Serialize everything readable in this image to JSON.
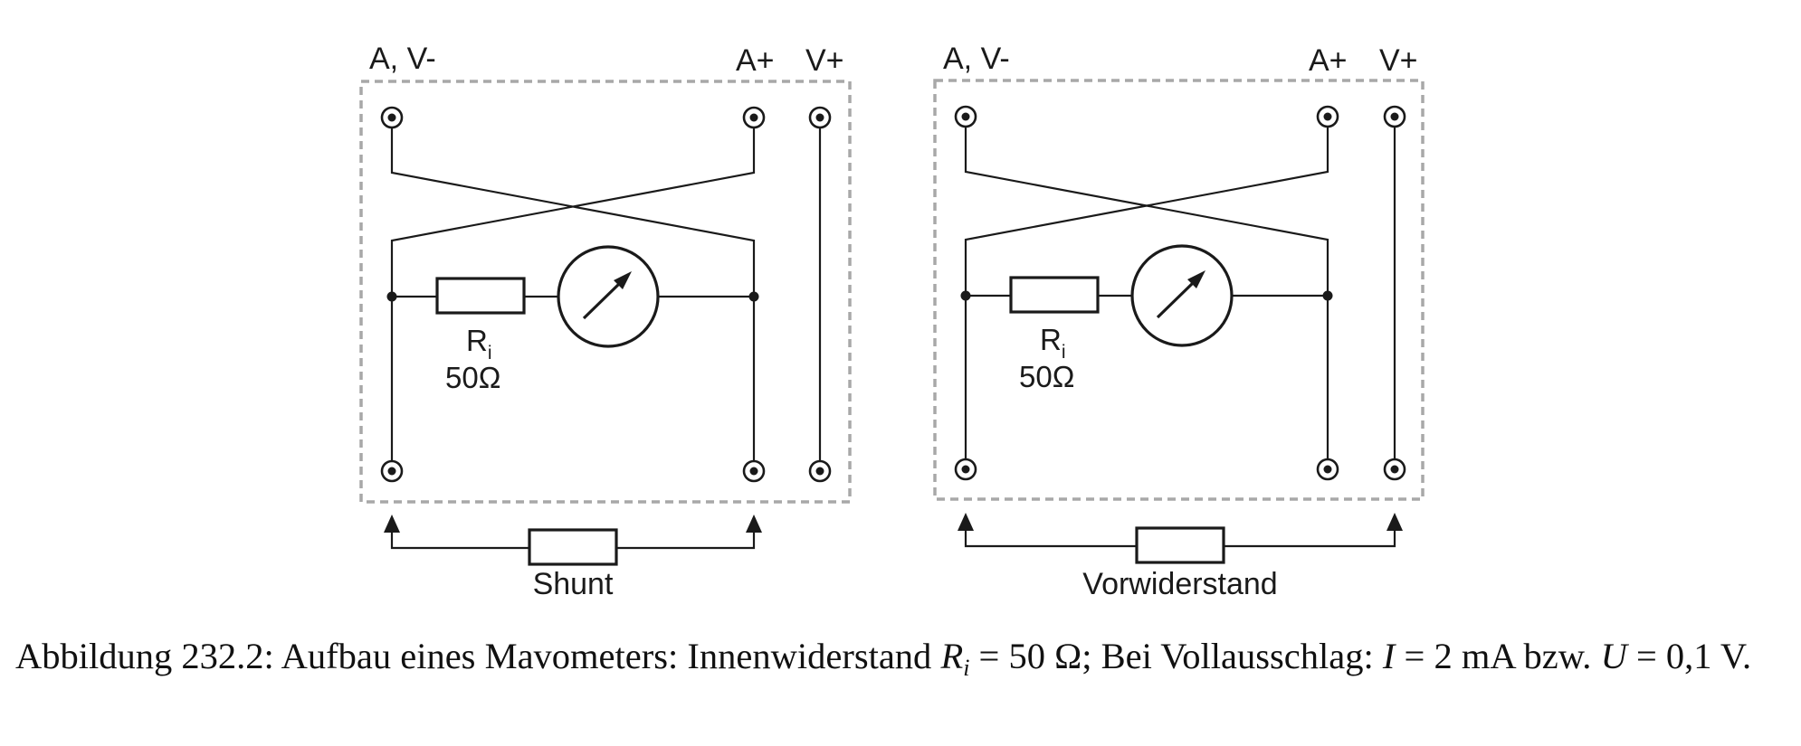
{
  "diagrams": [
    {
      "terminal_labels": {
        "common": "A, V-",
        "ampere": "A+",
        "volt": "V+"
      },
      "resistor_label": "R",
      "resistor_subscript": "i",
      "resistor_value": "50Ω",
      "external_label": "Shunt"
    },
    {
      "terminal_labels": {
        "common": "A, V-",
        "ampere": "A+",
        "volt": "V+"
      },
      "resistor_label": "R",
      "resistor_subscript": "i",
      "resistor_value": "50Ω",
      "external_label": "Vorwiderstand"
    }
  ],
  "caption": {
    "prefix": "Abbildung 232.2: Aufbau eines Mavometers: Innenwiderstand ",
    "ri_symbol": "R",
    "ri_subscript": "i",
    "ri_value": " = 50 Ω; Bei Vollausschlag: ",
    "i_symbol": "I",
    "i_value": " = 2 mA bzw. ",
    "u_symbol": "U",
    "u_value": " = 0,1 V."
  }
}
